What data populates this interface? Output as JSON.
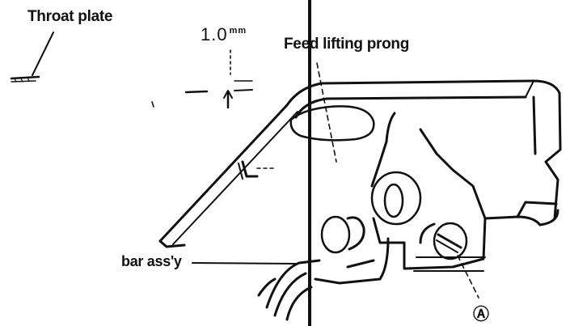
{
  "labels": {
    "throat_plate": "Throat plate",
    "dimension_value": "1.0",
    "dimension_unit": "mm",
    "feed_lifting_prong": "Feed lifting prong",
    "bar_assy": "bar ass'y",
    "part_a": "Ⓐ"
  },
  "colors": {
    "ink": "#111111",
    "background": "#ffffff"
  }
}
